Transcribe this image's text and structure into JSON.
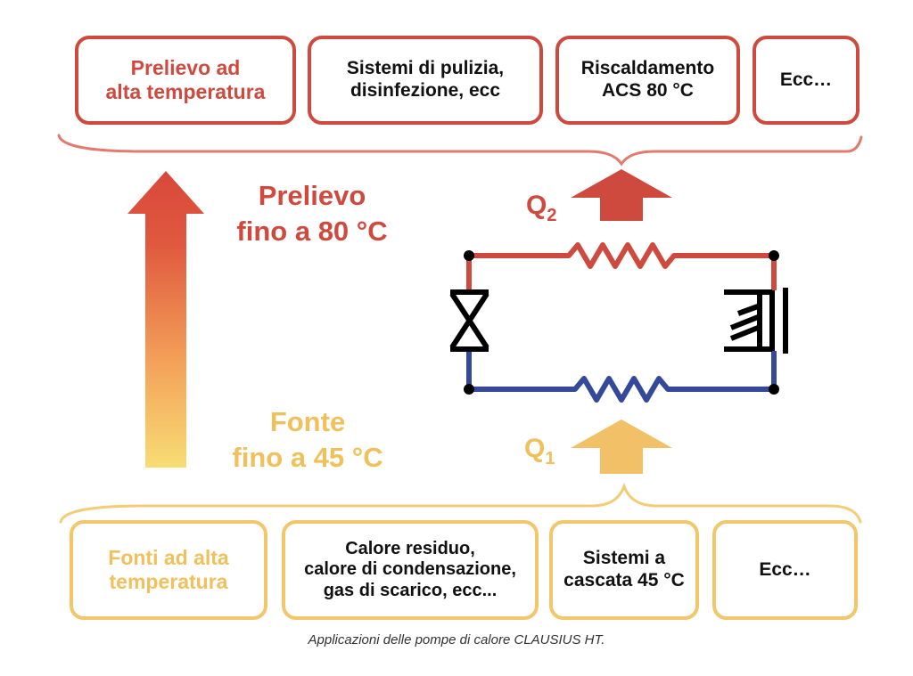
{
  "top_boxes": [
    {
      "text": "Prelievo ad\nalta temperatura",
      "color": "#cf4a3e"
    },
    {
      "text": "Sistemi di pulizia,\ndisinfezione, ecc",
      "color": "#111111"
    },
    {
      "text": "Riscaldamento\nACS 80 °C",
      "color": "#111111"
    },
    {
      "text": "Ecc…",
      "color": "#111111"
    }
  ],
  "bottom_boxes": [
    {
      "text": "Fonti ad alta\ntemperatura",
      "color": "#f0c05c"
    },
    {
      "text": "Calore residuo,\ncalore di condensazione,\ngas di scarico, ecc...",
      "color": "#111111"
    },
    {
      "text": "Sistemi a\ncascata 45 °C",
      "color": "#111111"
    },
    {
      "text": "Ecc…",
      "color": "#111111"
    }
  ],
  "prelievo_label": "Prelievo\nfino a 80 °C",
  "fonte_label": "Fonte\nfino a 45 °C",
  "q2": {
    "main": "Q",
    "sub": "2"
  },
  "q1": {
    "main": "Q",
    "sub": "1"
  },
  "caption": "Applicazioni delle pompe di calore CLAUSIUS HT.",
  "colors": {
    "red": "#cf4a3e",
    "yellow": "#f2c66a",
    "blue": "#35499a",
    "black": "#000000"
  }
}
